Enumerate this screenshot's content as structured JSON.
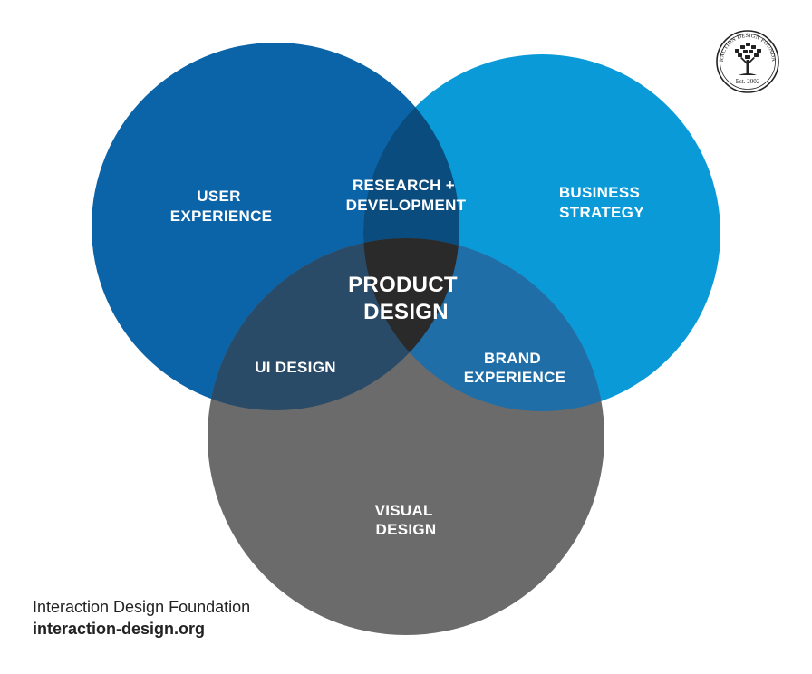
{
  "colors": {
    "user_experience": "#0c64a8",
    "business_strategy": "#0a9ad8",
    "visual_design": "#6b6b6b",
    "research_development": "#0b4c7e",
    "ui_design": "#2a4b68",
    "brand_experience": "#1f6ea8",
    "product_design": "#2a2a2a",
    "label": "#ffffff"
  },
  "labels": {
    "user_experience": [
      "USER",
      "EXPERIENCE"
    ],
    "business_strategy": [
      "BUSINESS",
      "STRATEGY"
    ],
    "visual_design": [
      "VISUAL",
      "DESIGN"
    ],
    "research_development": [
      "RESEARCH +",
      "DEVELOPMENT"
    ],
    "ui_design": [
      "UI DESIGN"
    ],
    "brand_experience": [
      "BRAND",
      "EXPERIENCE"
    ],
    "product_design": [
      "PRODUCT",
      "DESIGN"
    ]
  },
  "footer": {
    "name": "Interaction Design Foundation",
    "url": "interaction-design.org"
  },
  "logo": {
    "ring_text": "INTERACTION DESIGN FOUNDATION",
    "est": "Est. 2002"
  }
}
